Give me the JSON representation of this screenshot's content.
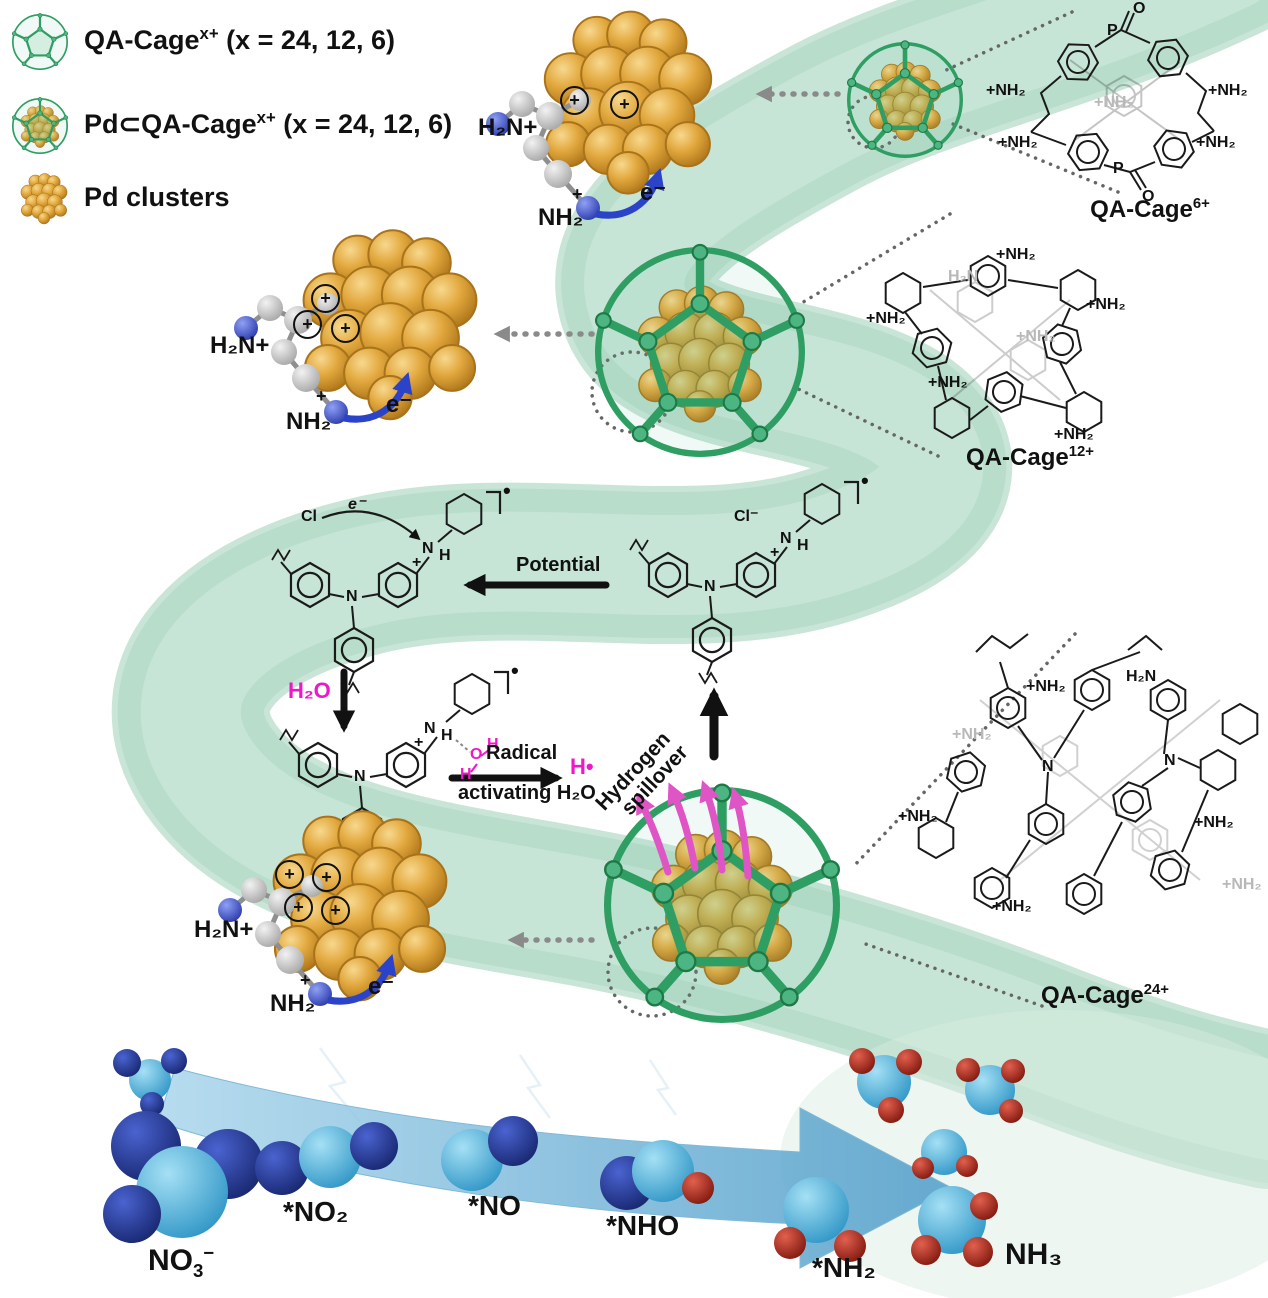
{
  "colors": {
    "cage_green": "#2f9e63",
    "pd_orange": "#dd9b33",
    "magenta": "#ee18c8",
    "electron_blue": "#2b43c8",
    "ribbon_green": "#b7dcca",
    "pathway_arrow_blue": "#74b4d8"
  },
  "legend": {
    "item1": {
      "base": "QA-Cage",
      "sup": "x+",
      "rest": " (x = 24, 12, 6)"
    },
    "item2": {
      "base": "Pd⊂QA-Cage",
      "sup": "x+",
      "rest": " (x = 24, 12, 6)"
    },
    "item3": {
      "label": "Pd clusters"
    }
  },
  "cages": {
    "cage6": {
      "base": "QA-Cage",
      "sup": "6+"
    },
    "cage12": {
      "base": "QA-Cage",
      "sup": "12+"
    },
    "cage24": {
      "base": "QA-Cage",
      "sup": "24+"
    }
  },
  "closeup": {
    "h2n_plus": "H₂N+",
    "plus": "+",
    "nh2": "NH₂",
    "e_minus": "e⁻"
  },
  "mechanism": {
    "cl": "Cl",
    "cl_minus": "Cl⁻",
    "e_minus": "e⁻",
    "potential": "Potential",
    "h2o": "H₂O",
    "radical": "Radical",
    "activating": "activating H₂O",
    "h_dot": "H•",
    "spillover1": "Hydrogen",
    "spillover2": "spillover",
    "n": "N",
    "h": "H",
    "o": "O",
    "plus": "+",
    "dot": "•"
  },
  "structures": {
    "nh2_plus": "+NH₂",
    "h2n": "H₂N",
    "p": "P",
    "o": "O",
    "n": "N"
  },
  "pathway": {
    "no3_base": "NO",
    "no3_sub": "3",
    "no3_sup": "−",
    "no2": "*NO₂",
    "no": "*NO",
    "nho": "*NHO",
    "nh2": "*NH₂",
    "nh3": "NH₃"
  }
}
